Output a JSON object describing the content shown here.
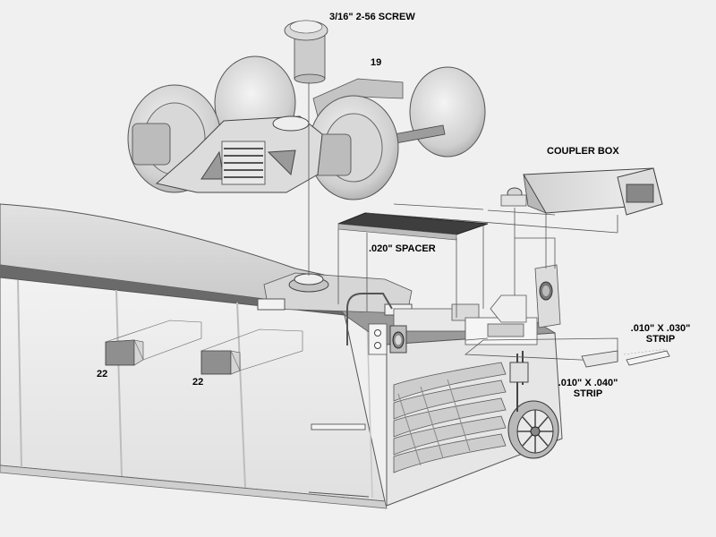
{
  "labels": {
    "screw": "3/16\" 2-56 SCREW",
    "part19": "19",
    "coupler_box": "COUPLER BOX",
    "spacer": ".020\" SPACER",
    "strip_030": ".010\" X .030\"",
    "strip_030_word": "STRIP",
    "strip_040": ".010\" X .040\"",
    "strip_040_word": "STRIP",
    "part22_left": "22",
    "part22_right": "22"
  },
  "colors": {
    "background": "#f0f0f0",
    "body_light": "#ececec",
    "body_mid": "#cfcfcf",
    "body_dark": "#9a9a9a",
    "spacer": "#4a4a4a"
  }
}
